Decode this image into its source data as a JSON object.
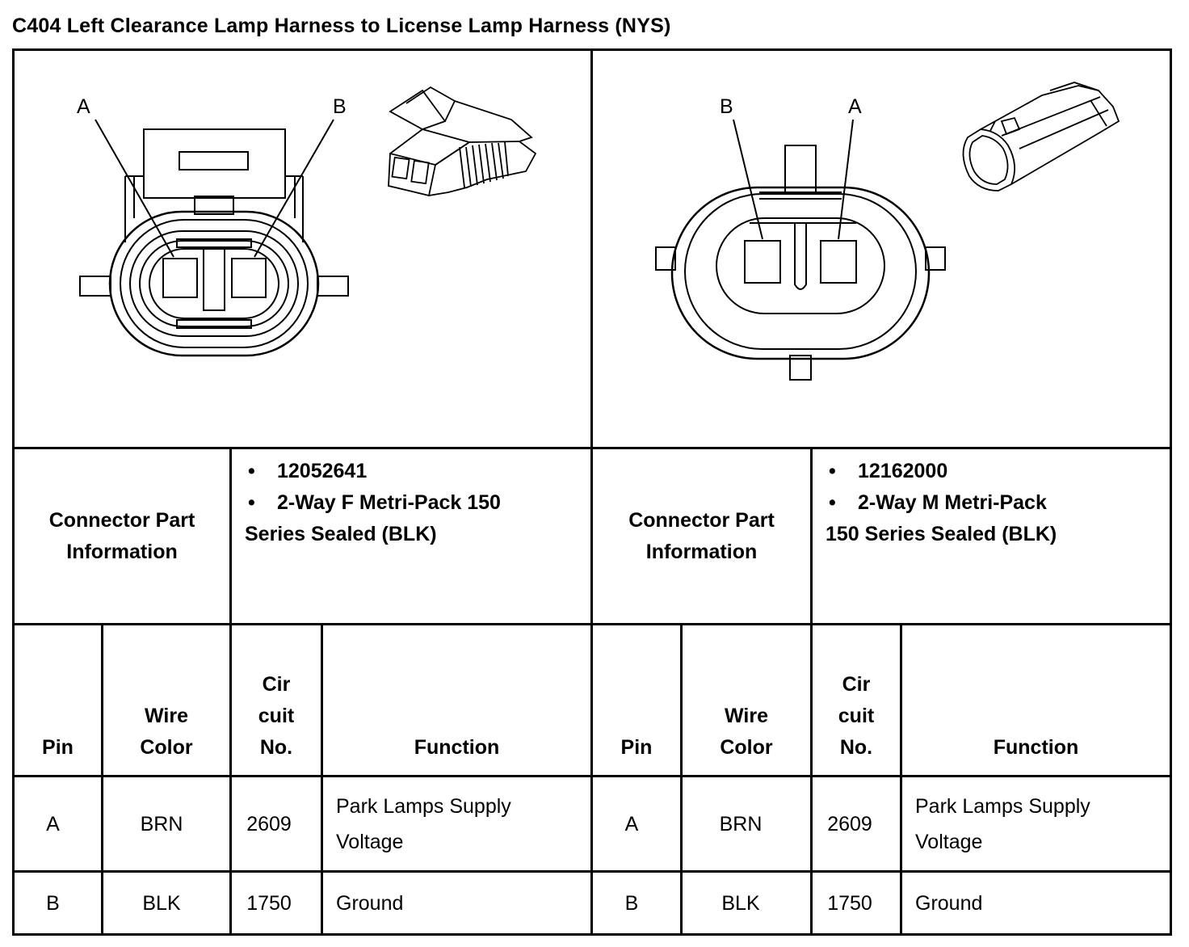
{
  "title": "C404 Left Clearance Lamp Harness to License Lamp Harness (NYS)",
  "left": {
    "pin_labels": [
      "A",
      "B"
    ],
    "connector_part_label": "Connector Part Information",
    "part_info": {
      "bullets": [
        "12052641",
        "2-Way F Metri-Pack 150"
      ],
      "continuation": "Series Sealed (BLK)"
    },
    "headers": {
      "pin": "Pin",
      "wire": "Wire Color",
      "circuit": "Cir cuit No.",
      "function": "Function"
    },
    "rows": [
      {
        "pin": "A",
        "wire": "BRN",
        "circuit": "2609",
        "function": "Park Lamps Supply Voltage"
      },
      {
        "pin": "B",
        "wire": "BLK",
        "circuit": "1750",
        "function": "Ground"
      }
    ]
  },
  "right": {
    "pin_labels": [
      "B",
      "A"
    ],
    "connector_part_label": "Connector Part Information",
    "part_info": {
      "bullets": [
        "12162000",
        "2-Way M Metri-Pack"
      ],
      "continuation": "150 Series Sealed (BLK)"
    },
    "headers": {
      "pin": "Pin",
      "wire": "Wire Color",
      "circuit": "Cir cuit No.",
      "function": "Function"
    },
    "rows": [
      {
        "pin": "A",
        "wire": "BRN",
        "circuit": "2609",
        "function": "Park Lamps Supply Voltage"
      },
      {
        "pin": "B",
        "wire": "BLK",
        "circuit": "1750",
        "function": "Ground"
      }
    ]
  }
}
